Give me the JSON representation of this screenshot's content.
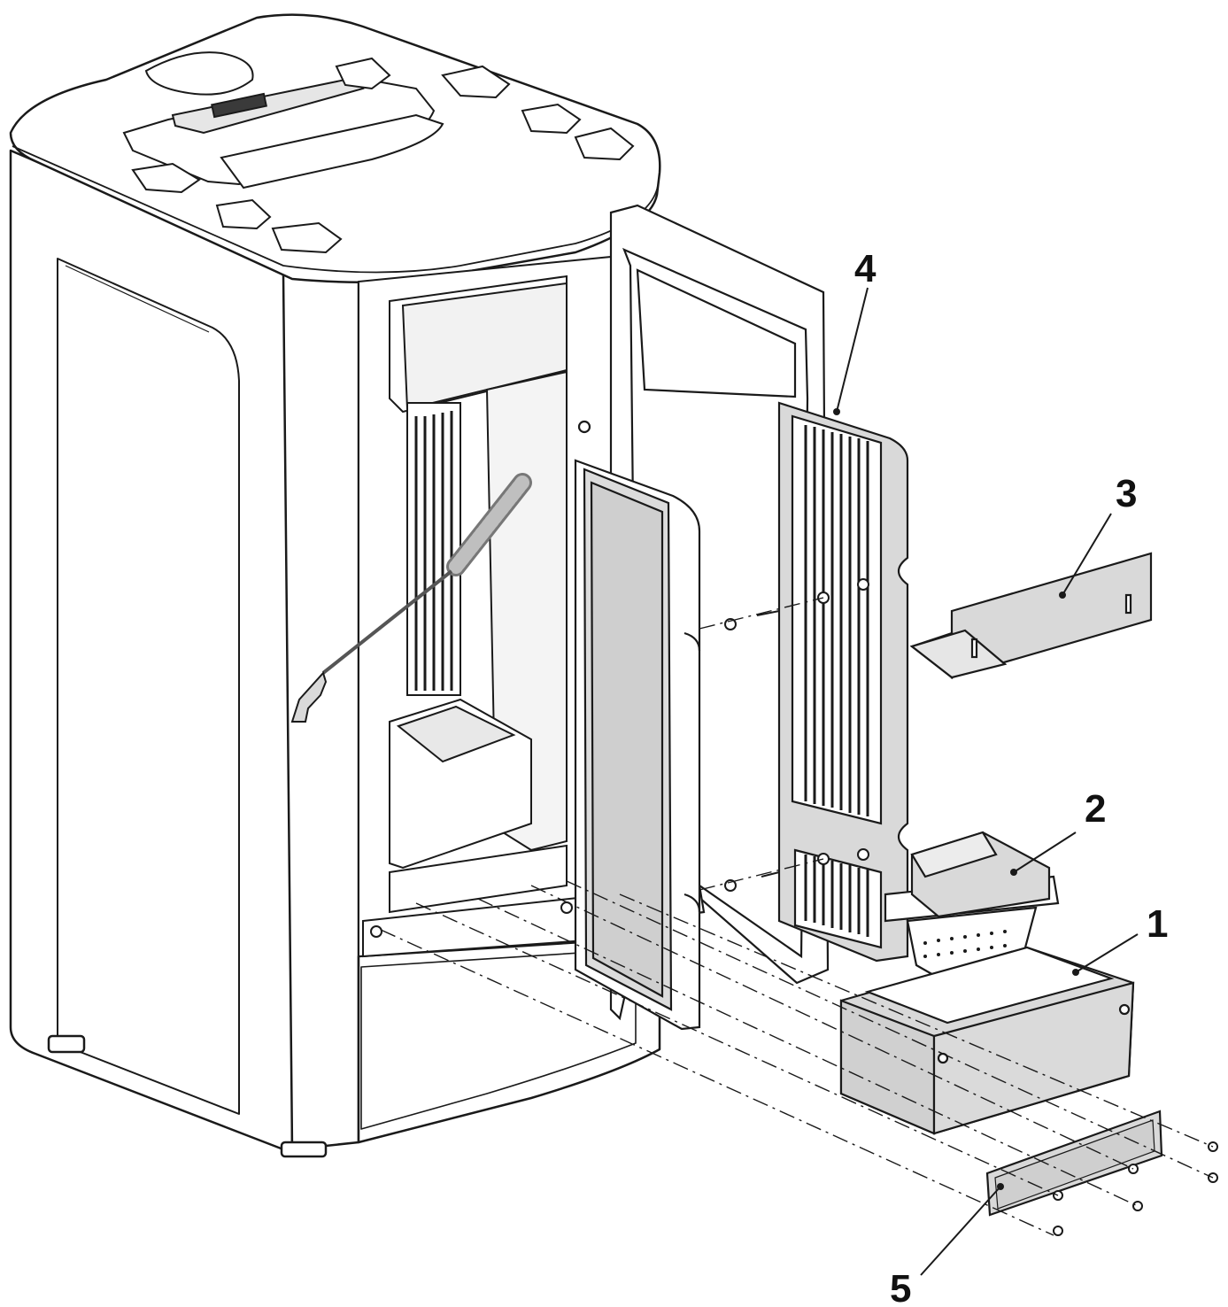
{
  "diagram": {
    "type": "exploded-assembly",
    "callouts": [
      {
        "id": "1",
        "label": "1",
        "part": "ash-drawer"
      },
      {
        "id": "2",
        "label": "2",
        "part": "burn-pot"
      },
      {
        "id": "3",
        "label": "3",
        "part": "deflector-plate"
      },
      {
        "id": "4",
        "label": "4",
        "part": "rear-heat-exchanger-panel"
      },
      {
        "id": "5",
        "label": "5",
        "part": "inspection-cover-plate"
      }
    ],
    "colors": {
      "line": "#1a1a1a",
      "body": "#ffffff",
      "part-fill": "#d9d9d9",
      "dark-fill": "#3a3a3a"
    }
  }
}
